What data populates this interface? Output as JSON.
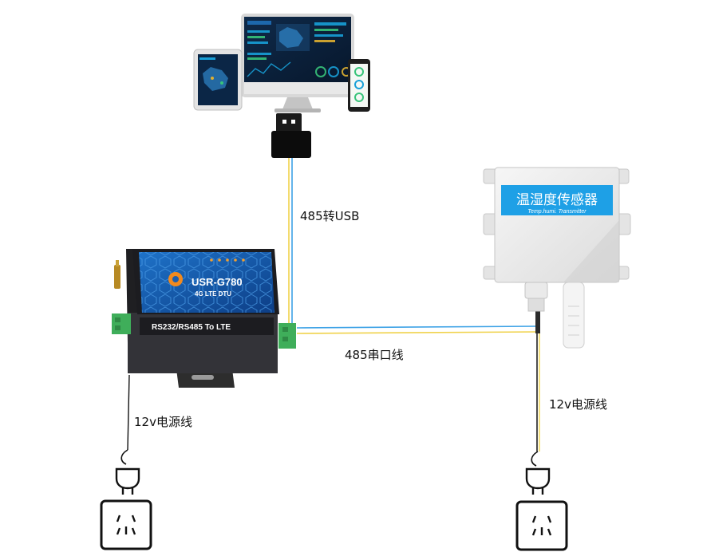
{
  "labels": {
    "usb_cable": "485转USB",
    "serial_cable": "485串口线",
    "power_left": "12v电源线",
    "power_right": "12v电源线"
  },
  "dtu": {
    "model": "USR-G780",
    "subtitle": "4G LTE DTU",
    "interface": "RS232/RS485 To LTE"
  },
  "sensor": {
    "title_cn": "温湿度传感器",
    "title_en": "Temp.humi. Transmitter"
  },
  "colors": {
    "wire_blue": "#3da2e6",
    "wire_yellow": "#f0d24a",
    "dtu_dark": "#2a2a2e",
    "dtu_panel": "#1a5fb0",
    "sensor_label": "#1ea0e6",
    "terminal_green": "#3fae5a"
  }
}
